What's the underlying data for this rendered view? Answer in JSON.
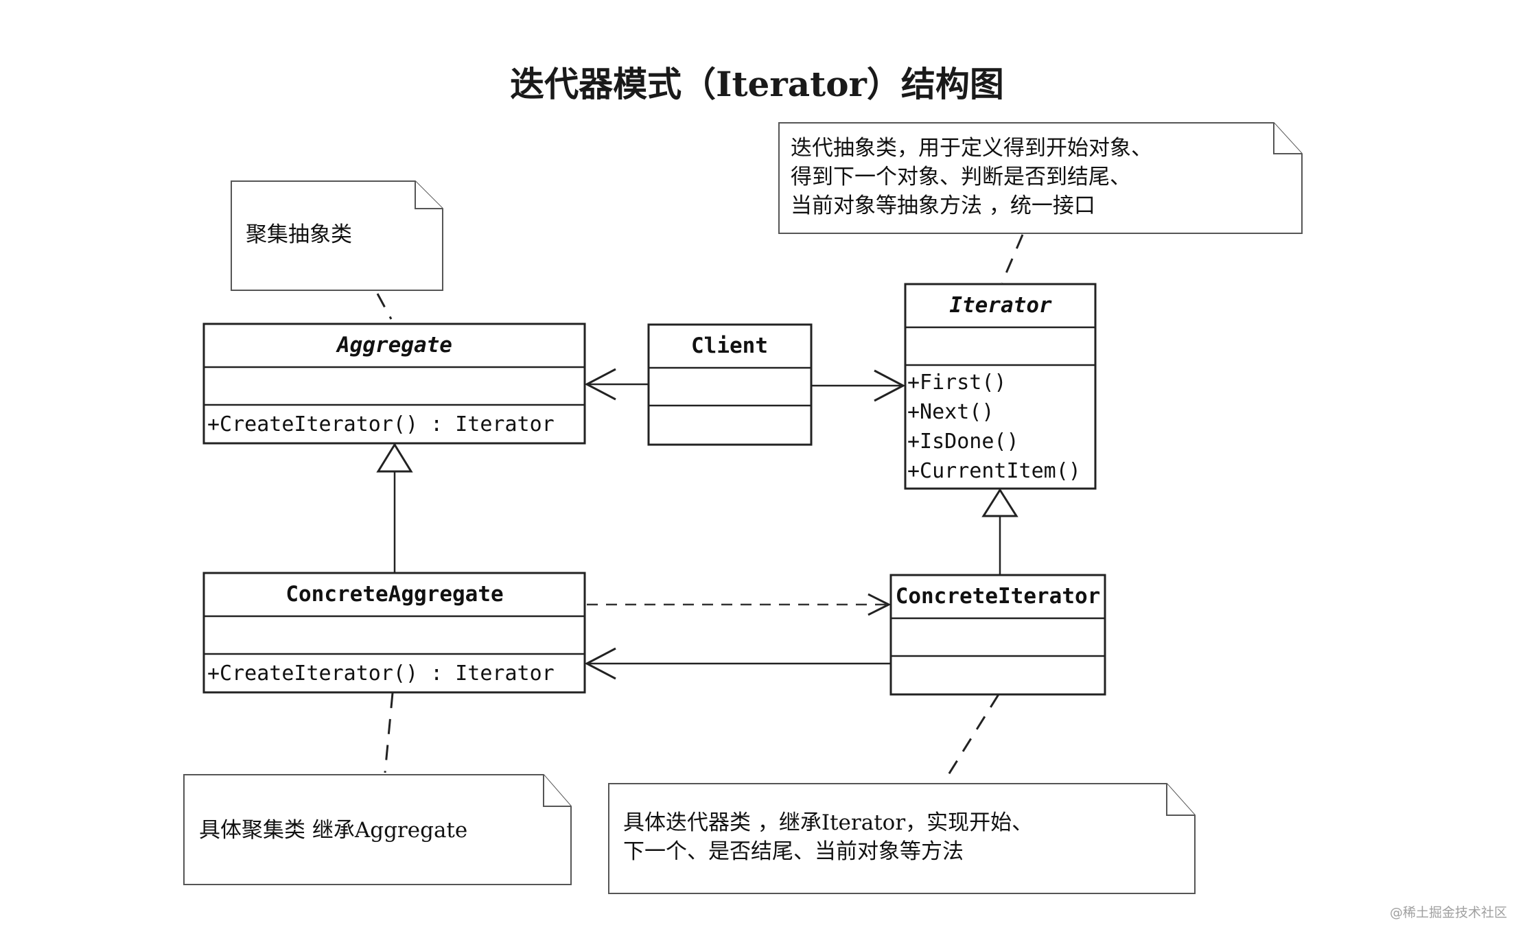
{
  "title": "迭代器模式（Iterator）结构图",
  "classes": {
    "aggregate": {
      "name": "Aggregate",
      "methods": [
        "+CreateIterator() : Iterator"
      ]
    },
    "client": {
      "name": "Client"
    },
    "iterator": {
      "name": "Iterator",
      "methods": [
        "+First()",
        "+Next()",
        "+IsDone()",
        "+CurrentItem()"
      ]
    },
    "concrete_aggregate": {
      "name": "ConcreteAggregate",
      "methods": [
        "+CreateIterator() : Iterator"
      ]
    },
    "concrete_iterator": {
      "name": "ConcreteIterator"
    }
  },
  "notes": {
    "aggregate": [
      "聚集抽象类"
    ],
    "iterator": [
      "迭代抽象类，用于定义得到开始对象、",
      "得到下一个对象、判断是否到结尾、",
      "当前对象等抽象方法 ，统一接口"
    ],
    "concrete_aggregate": [
      "具体聚集类 继承Aggregate"
    ],
    "concrete_iterator": [
      "具体迭代器类 ，继承Iterator，实现开始、",
      "下一个、是否结尾、当前对象等方法"
    ]
  },
  "watermark": "@稀土掘金技术社区"
}
